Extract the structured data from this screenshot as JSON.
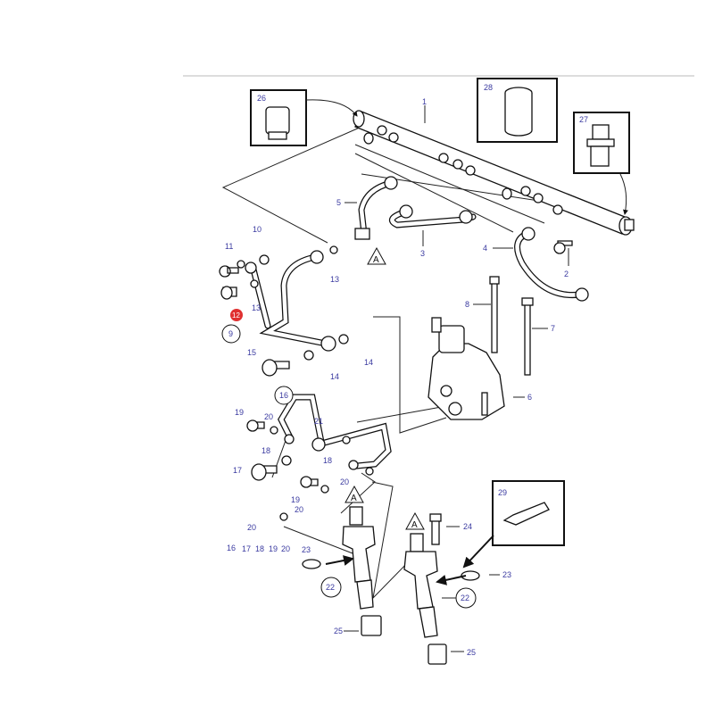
{
  "diagram": {
    "title_rule": true,
    "accent_color": "#e03030",
    "label_color": "#3a3aa0",
    "callouts": [
      "1",
      "26",
      "28",
      "27",
      "5",
      "3",
      "4",
      "2",
      "10",
      "11",
      "13",
      "13",
      "12",
      "9",
      "8",
      "7",
      "15",
      "14",
      "14",
      "6",
      "16",
      "19",
      "20",
      "21",
      "18",
      "18",
      "17",
      "20",
      "19",
      "20",
      "20",
      "16",
      "17",
      "18",
      "19",
      "20",
      "23",
      "24",
      "29",
      "23",
      "22",
      "22",
      "25",
      "25"
    ],
    "reference_marker": "A"
  }
}
